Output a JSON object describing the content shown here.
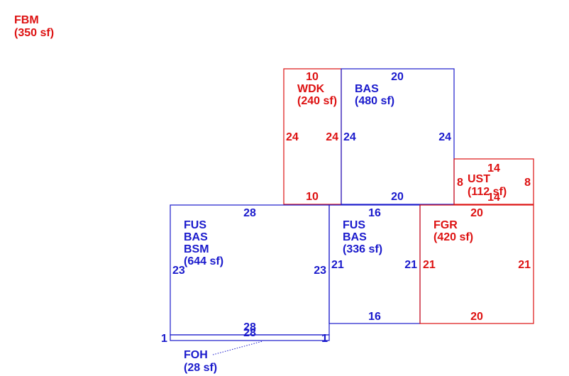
{
  "colors": {
    "blue": "#1a1acc",
    "red": "#dd1111",
    "background": "#ffffff"
  },
  "fbm": {
    "code": "FBM",
    "area": "(350 sf)"
  },
  "wdk": {
    "code": "WDK",
    "area": "(240 sf)",
    "top": "10",
    "bottom": "10",
    "left": "24",
    "right": "24"
  },
  "bas_upper": {
    "code": "BAS",
    "area": "(480 sf)",
    "top": "20",
    "bottom": "20",
    "left": "24",
    "right": "24"
  },
  "ust": {
    "code": "UST",
    "area": "(112 sf)",
    "top": "14",
    "bottom": "14",
    "left": "8",
    "right": "8"
  },
  "main_left": {
    "codes": [
      "FUS",
      "BAS",
      "BSM"
    ],
    "area": "(644 sf)",
    "top": "28",
    "bottom": "28",
    "left": "23",
    "right": "23"
  },
  "main_mid": {
    "codes": [
      "FUS",
      "BAS"
    ],
    "area": "(336 sf)",
    "top": "16",
    "bottom": "16",
    "left": "21",
    "right": "21"
  },
  "fgr": {
    "code": "FGR",
    "area": "(420 sf)",
    "top": "20",
    "bottom": "20",
    "left": "21",
    "right": "21"
  },
  "foh": {
    "code": "FOH",
    "area": "(28 sf)",
    "top": "28",
    "left": "1",
    "right": "1"
  }
}
